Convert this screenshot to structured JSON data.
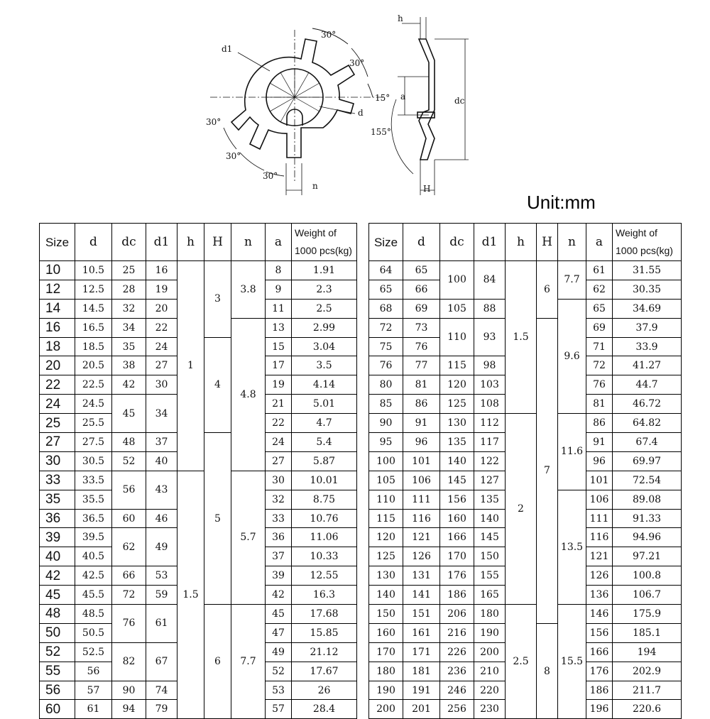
{
  "drawing": {
    "labels": {
      "angle_30": "30°",
      "angle_15": "15°",
      "angle_155": "155°",
      "d1": "d1",
      "d": "d",
      "n": "n",
      "h": "h",
      "a": "a",
      "dc": "dc",
      "H": "H"
    }
  },
  "unit_label": "Unit:mm",
  "table_headers": {
    "size": "Size",
    "d": "d",
    "dc": "dc",
    "d1": "d1",
    "h": "h",
    "H": "H",
    "n": "n",
    "a": "a",
    "weight_line1": "Weight of",
    "weight_line2": "1000 pcs(kg)"
  },
  "left_table": {
    "rows": [
      [
        "10",
        "10.5",
        "25",
        "16",
        "1",
        "3",
        "3.8",
        "8",
        "1.91"
      ],
      [
        "12",
        "12.5",
        "28",
        "19",
        "1",
        "3",
        "3.8",
        "9",
        "2.3"
      ],
      [
        "14",
        "14.5",
        "32",
        "20",
        "1",
        "3",
        "3.8",
        "11",
        "2.5"
      ],
      [
        "16",
        "16.5",
        "34",
        "22",
        "1",
        "3",
        "4.8",
        "13",
        "2.99"
      ],
      [
        "18",
        "18.5",
        "35",
        "24",
        "1",
        "4",
        "4.8",
        "15",
        "3.04"
      ],
      [
        "20",
        "20.5",
        "38",
        "27",
        "1",
        "4",
        "4.8",
        "17",
        "3.5"
      ],
      [
        "22",
        "22.5",
        "42",
        "30",
        "1",
        "4",
        "4.8",
        "19",
        "4.14"
      ],
      [
        "24",
        "24.5",
        "45",
        "34",
        "1",
        "4",
        "4.8",
        "21",
        "5.01"
      ],
      [
        "25",
        "25.5",
        "45",
        "34",
        "1",
        "4",
        "4.8",
        "22",
        "4.7"
      ],
      [
        "27",
        "27.5",
        "48",
        "37",
        "1",
        "5",
        "4.8",
        "24",
        "5.4"
      ],
      [
        "30",
        "30.5",
        "52",
        "40",
        "1",
        "5",
        "4.8",
        "27",
        "5.87"
      ],
      [
        "33",
        "33.5",
        "56",
        "43",
        "1.5",
        "5",
        "5.7",
        "30",
        "10.01"
      ],
      [
        "35",
        "35.5",
        "56",
        "43",
        "1.5",
        "5",
        "5.7",
        "32",
        "8.75"
      ],
      [
        "36",
        "36.5",
        "60",
        "46",
        "1.5",
        "5",
        "5.7",
        "33",
        "10.76"
      ],
      [
        "39",
        "39.5",
        "62",
        "49",
        "1.5",
        "5",
        "5.7",
        "36",
        "11.06"
      ],
      [
        "40",
        "40.5",
        "62",
        "49",
        "1.5",
        "5",
        "5.7",
        "37",
        "10.33"
      ],
      [
        "42",
        "42.5",
        "66",
        "53",
        "1.5",
        "5",
        "5.7",
        "39",
        "12.55"
      ],
      [
        "45",
        "45.5",
        "72",
        "59",
        "1.5",
        "5",
        "5.7",
        "42",
        "16.3"
      ],
      [
        "48",
        "48.5",
        "76",
        "61",
        "1.5",
        "6",
        "7.7",
        "45",
        "17.68"
      ],
      [
        "50",
        "50.5",
        "76",
        "61",
        "1.5",
        "6",
        "7.7",
        "47",
        "15.85"
      ],
      [
        "52",
        "52.5",
        "82",
        "67",
        "1.5",
        "6",
        "7.7",
        "49",
        "21.12"
      ],
      [
        "55",
        "56",
        "82",
        "67",
        "1.5",
        "6",
        "7.7",
        "52",
        "17.67"
      ],
      [
        "56",
        "57",
        "90",
        "74",
        "1.5",
        "6",
        "7.7",
        "53",
        "26"
      ],
      [
        "60",
        "61",
        "94",
        "79",
        "1.5",
        "6",
        "7.7",
        "57",
        "28.4"
      ]
    ]
  },
  "right_table": {
    "rows": [
      [
        "64",
        "65",
        "100",
        "84",
        "1.5",
        "6",
        "7.7",
        "61",
        "31.55"
      ],
      [
        "65",
        "66",
        "100",
        "84",
        "1.5",
        "6",
        "7.7",
        "62",
        "30.35"
      ],
      [
        "68",
        "69",
        "105",
        "88",
        "1.5",
        "6",
        "9.6",
        "65",
        "34.69"
      ],
      [
        "72",
        "73",
        "110",
        "93",
        "1.5",
        "7",
        "9.6",
        "69",
        "37.9"
      ],
      [
        "75",
        "76",
        "110",
        "93",
        "1.5",
        "7",
        "9.6",
        "71",
        "33.9"
      ],
      [
        "76",
        "77",
        "115",
        "98",
        "1.5",
        "7",
        "9.6",
        "72",
        "41.27"
      ],
      [
        "80",
        "81",
        "120",
        "103",
        "1.5",
        "7",
        "9.6",
        "76",
        "44.7"
      ],
      [
        "85",
        "86",
        "125",
        "108",
        "1.5",
        "7",
        "9.6",
        "81",
        "46.72"
      ],
      [
        "90",
        "91",
        "130",
        "112",
        "2",
        "7",
        "11.6",
        "86",
        "64.82"
      ],
      [
        "95",
        "96",
        "135",
        "117",
        "2",
        "7",
        "11.6",
        "91",
        "67.4"
      ],
      [
        "100",
        "101",
        "140",
        "122",
        "2",
        "7",
        "11.6",
        "96",
        "69.97"
      ],
      [
        "105",
        "106",
        "145",
        "127",
        "2",
        "7",
        "11.6",
        "101",
        "72.54"
      ],
      [
        "110",
        "111",
        "156",
        "135",
        "2",
        "7",
        "13.5",
        "106",
        "89.08"
      ],
      [
        "115",
        "116",
        "160",
        "140",
        "2",
        "7",
        "13.5",
        "111",
        "91.33"
      ],
      [
        "120",
        "121",
        "166",
        "145",
        "2",
        "7",
        "13.5",
        "116",
        "94.96"
      ],
      [
        "125",
        "126",
        "170",
        "150",
        "2",
        "7",
        "13.5",
        "121",
        "97.21"
      ],
      [
        "130",
        "131",
        "176",
        "155",
        "2",
        "7",
        "13.5",
        "126",
        "100.8"
      ],
      [
        "140",
        "141",
        "186",
        "165",
        "2",
        "7",
        "13.5",
        "136",
        "106.7"
      ],
      [
        "150",
        "151",
        "206",
        "180",
        "2.5",
        "7",
        "15.5",
        "146",
        "175.9"
      ],
      [
        "160",
        "161",
        "216",
        "190",
        "2.5",
        "8",
        "15.5",
        "156",
        "185.1"
      ],
      [
        "170",
        "171",
        "226",
        "200",
        "2.5",
        "8",
        "15.5",
        "166",
        "194"
      ],
      [
        "180",
        "181",
        "236",
        "210",
        "2.5",
        "8",
        "15.5",
        "176",
        "202.9"
      ],
      [
        "190",
        "191",
        "246",
        "220",
        "2.5",
        "8",
        "15.5",
        "186",
        "211.7"
      ],
      [
        "200",
        "201",
        "256",
        "230",
        "2.5",
        "8",
        "15.5",
        "196",
        "220.6"
      ]
    ]
  }
}
